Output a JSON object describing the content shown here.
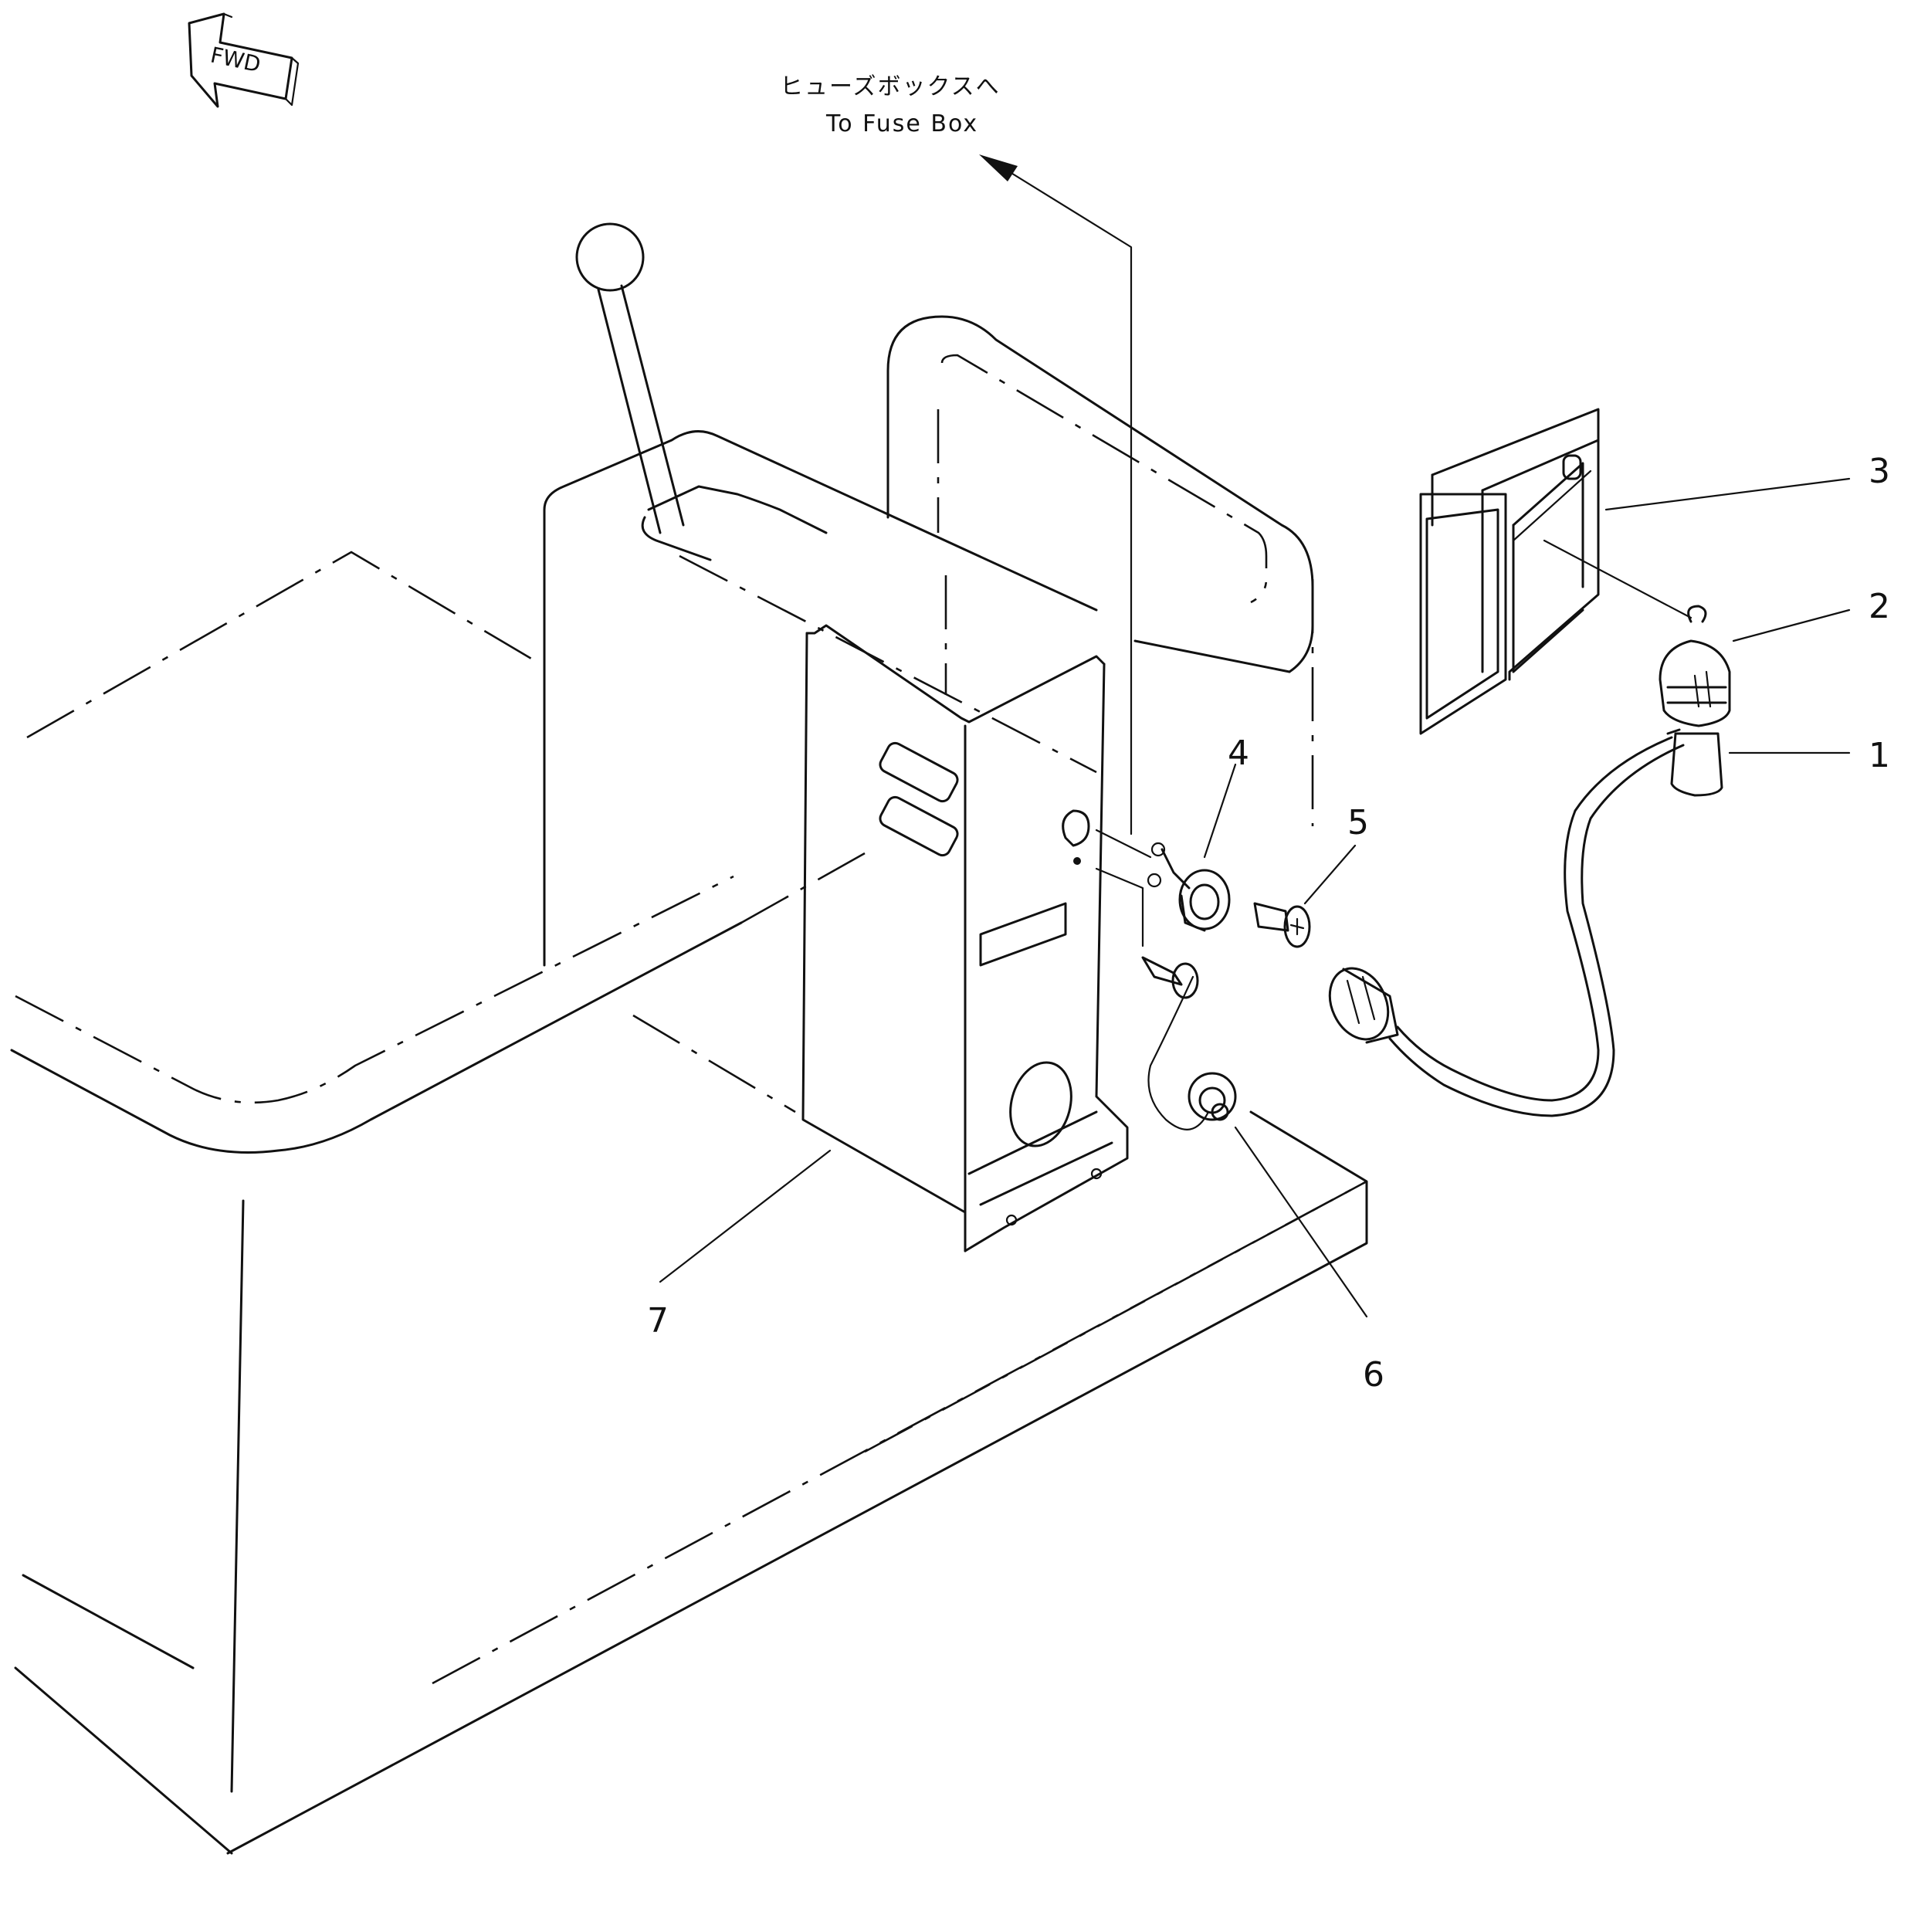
{
  "fwd_label": "FWD",
  "fuse_box": {
    "japanese": "ヒューズボックスへ",
    "english": "To Fuse Box"
  },
  "callouts": [
    "1",
    "2",
    "3",
    "4",
    "5",
    "6",
    "7"
  ]
}
